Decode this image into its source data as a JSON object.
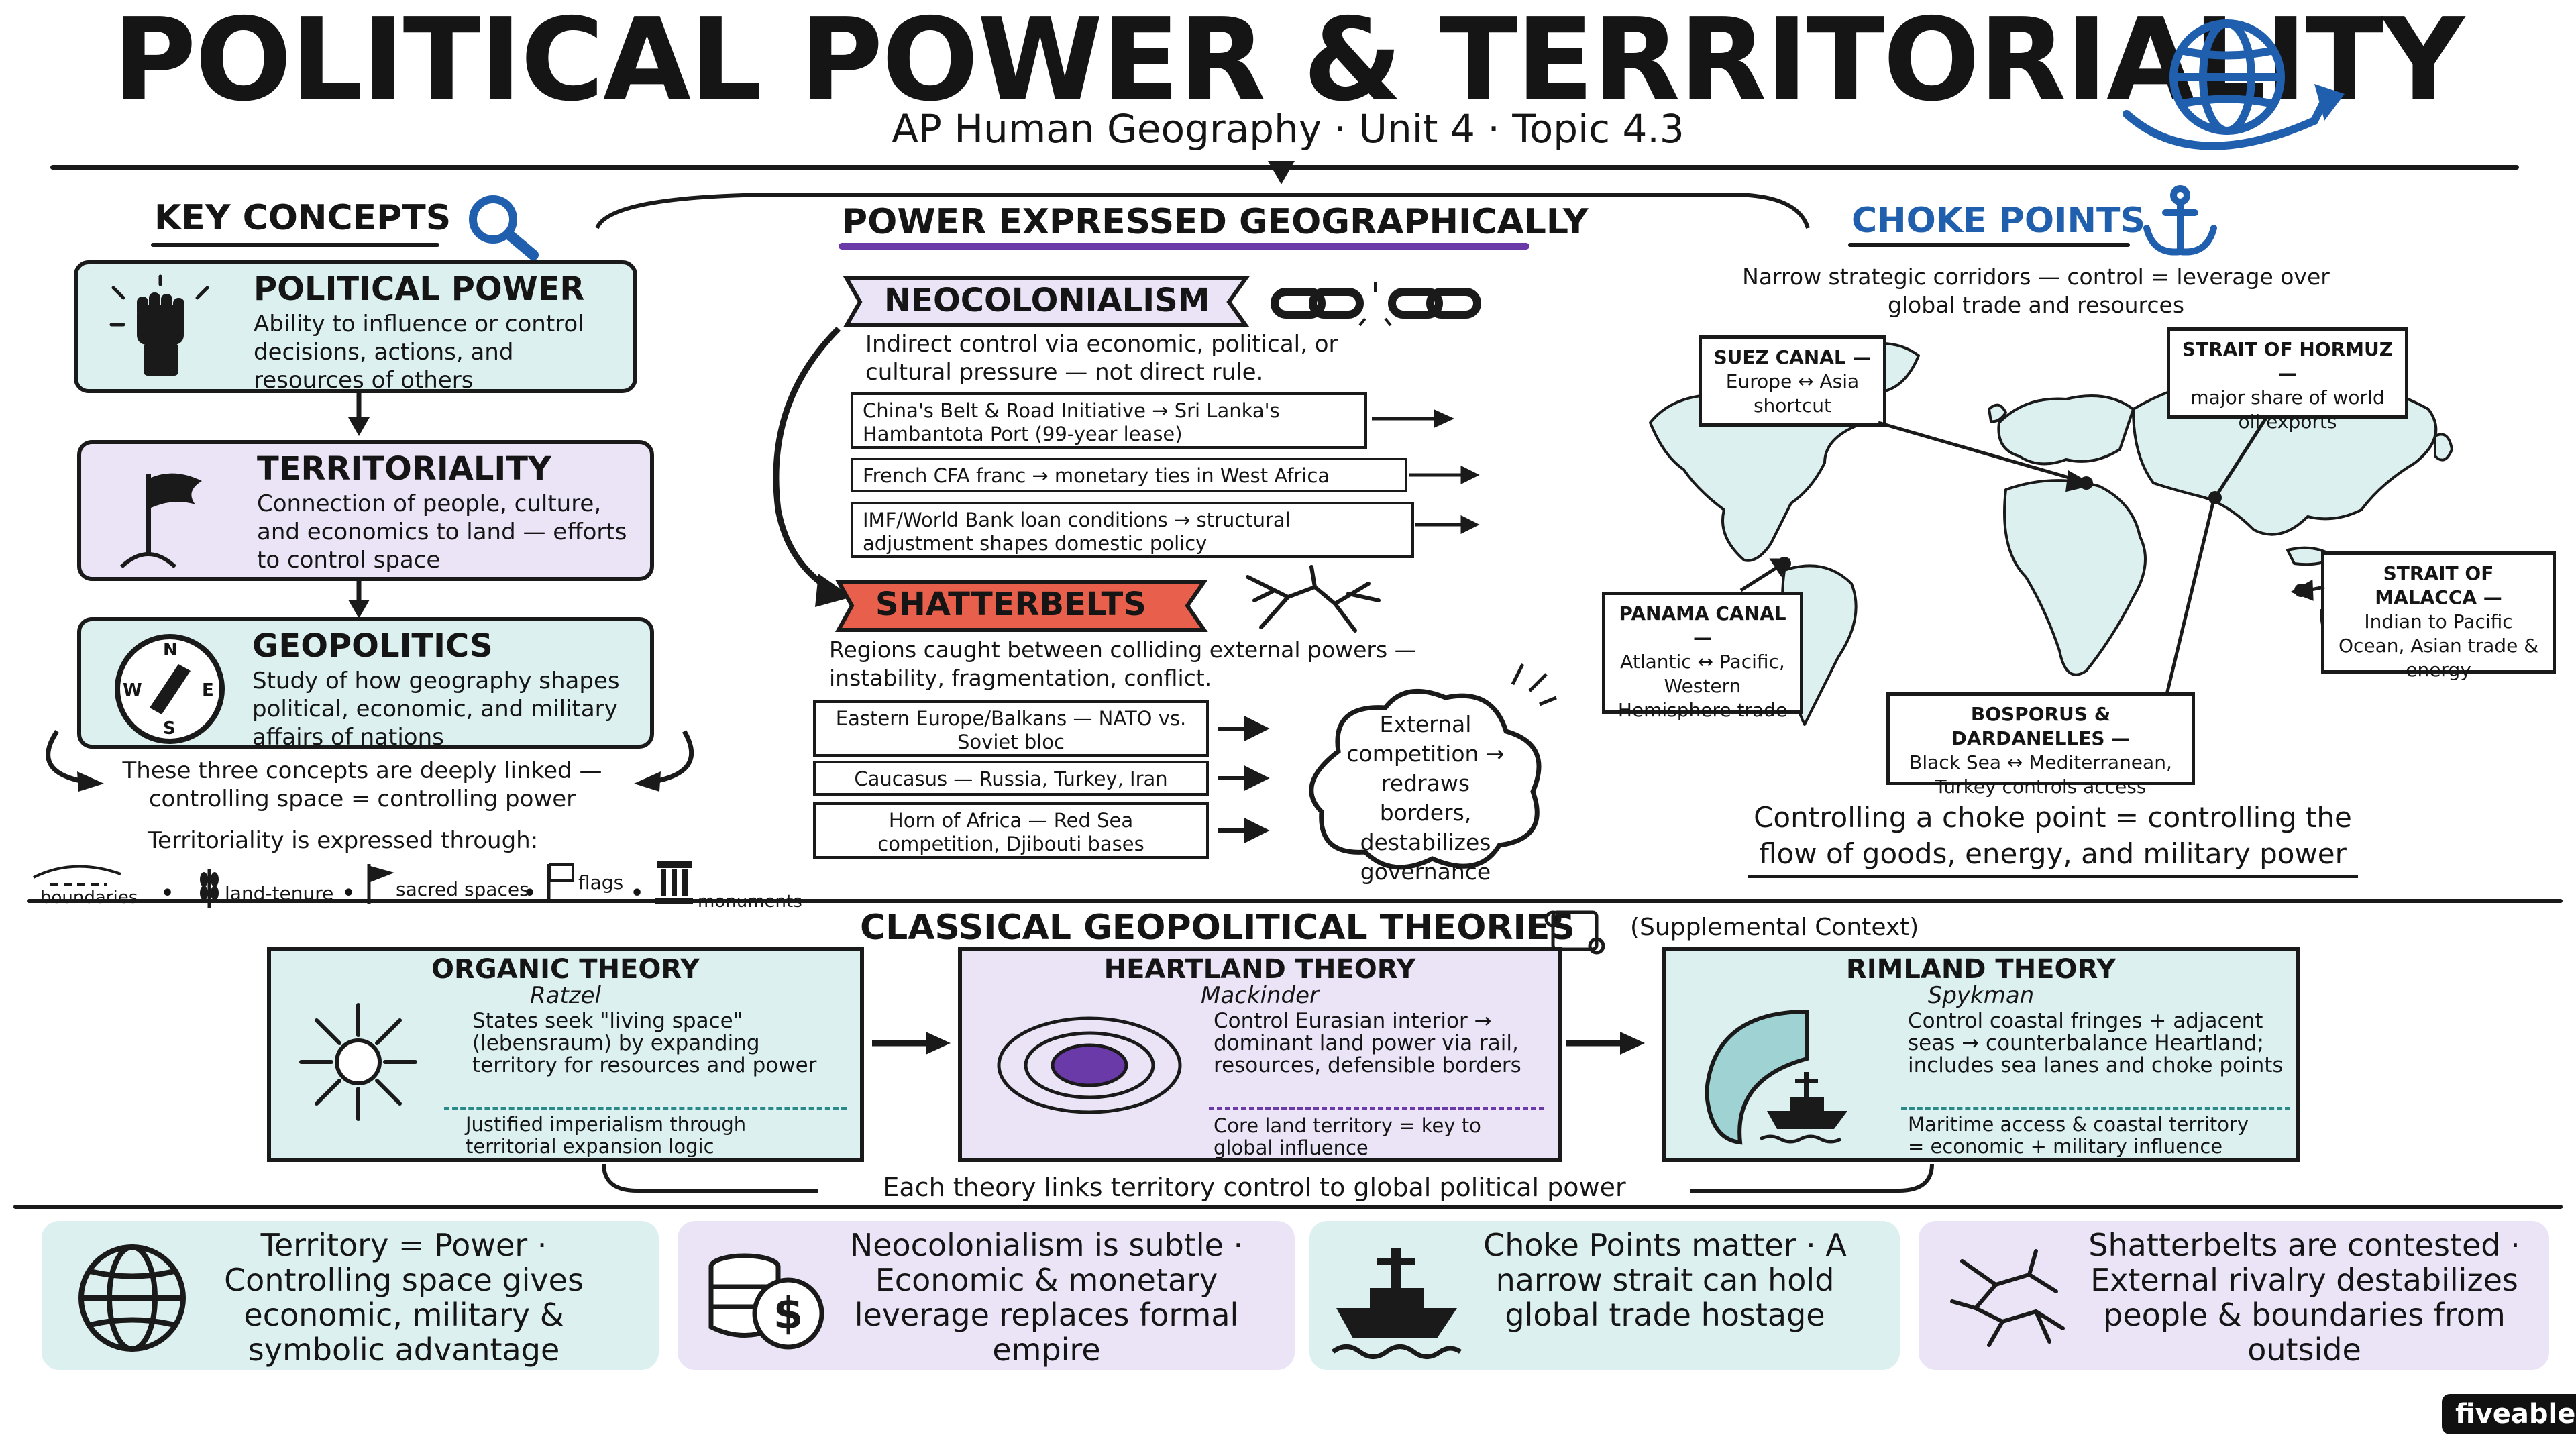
{
  "header": {
    "title": "POLITICAL POWER & TERRITORIALITY",
    "subtitle": "AP Human Geography · Unit 4 · Topic 4.3"
  },
  "key_concepts": {
    "heading": "KEY CONCEPTS",
    "cards": [
      {
        "title": "POLITICAL POWER",
        "text": "Ability to influence or control decisions, actions, and resources of others",
        "icon": "raised-fist-icon"
      },
      {
        "title": "TERRITORIALITY",
        "text": "Connection of people, culture, and economics to land — efforts to control space",
        "icon": "flag-on-hill-icon"
      },
      {
        "title": "GEOPOLITICS",
        "text": "Study of how geography shapes political, economic, and military affairs of nations",
        "icon": "compass-icon"
      }
    ],
    "compass_letters": {
      "n": "N",
      "s": "S",
      "e": "E",
      "w": "W"
    },
    "linked_note": "These three concepts are deeply linked — controlling space = controlling power",
    "expressed_intro": "Territoriality is expressed through:",
    "expressed_items": [
      "boundaries",
      "land-tenure",
      "sacred spaces",
      "flags",
      "monuments"
    ],
    "separator": "•"
  },
  "power_expressed": {
    "heading": "POWER EXPRESSED GEOGRAPHICALLY",
    "neocolonialism": {
      "label": "NEOCOLONIALISM",
      "definition": "Indirect control via economic, political, or cultural pressure — not direct rule.",
      "examples": [
        "China's Belt & Road Initiative → Sri Lanka's Hambantota Port (99-year lease)",
        "French CFA franc → monetary ties in West Africa",
        "IMF/World Bank loan conditions → structural adjustment shapes domestic policy"
      ]
    },
    "shatterbelts": {
      "label": "SHATTERBELTS",
      "definition": "Regions caught between colliding external powers — instability, fragmentation, conflict.",
      "examples": [
        "Eastern Europe/Balkans — NATO vs. Soviet bloc",
        "Caucasus — Russia, Turkey, Iran",
        "Horn of Africa — Red Sea competition, Djibouti bases"
      ],
      "cloud_text": "External competition → redraws borders, destabilizes governance"
    }
  },
  "choke_points": {
    "heading": "CHOKE POINTS",
    "intro": "Narrow strategic corridors — control = leverage over global trade and resources",
    "callouts": [
      {
        "name": "SUEZ CANAL —",
        "text": "Europe ↔ Asia shortcut"
      },
      {
        "name": "STRAIT OF HORMUZ —",
        "text": "major share of world oil exports"
      },
      {
        "name": "PANAMA CANAL —",
        "text": "Atlantic ↔ Pacific, Western Hemisphere trade"
      },
      {
        "name": "STRAIT OF MALACCA —",
        "text": "Indian to Pacific Ocean, Asian trade & energy"
      },
      {
        "name": "BOSPORUS & DARDANELLES —",
        "text": "Black Sea ↔ Mediterranean, Turkey controls access"
      }
    ],
    "summary": "Controlling a choke point = controlling the flow of goods, energy, and military power"
  },
  "theories": {
    "heading": "CLASSICAL GEOPOLITICAL THEORIES",
    "context": "(Supplemental Context)",
    "items": [
      {
        "title": "ORGANIC THEORY",
        "author": "Ratzel",
        "text": "States seek \"living space\" (lebensraum) by expanding territory for resources and power",
        "note": "Justified imperialism through territorial expansion logic"
      },
      {
        "title": "HEARTLAND THEORY",
        "author": "Mackinder",
        "text": "Control Eurasian interior → dominant land power via rail, resources, defensible borders",
        "note": "Core land territory = key to global influence"
      },
      {
        "title": "RIMLAND THEORY",
        "author": "Spykman",
        "text": "Control coastal fringes + adjacent seas → counterbalance Heartland; includes sea lanes and choke points",
        "note": "Maritime access & coastal territory = economic + military influence"
      }
    ],
    "link_note": "Each theory links territory control to global political power"
  },
  "takeaways": [
    {
      "text": "Territory = Power · Controlling space gives economic, military & symbolic advantage",
      "icon": "globe-icon"
    },
    {
      "text": "Neocolonialism is subtle · Economic & monetary leverage replaces formal empire",
      "icon": "coins-icon"
    },
    {
      "text": "Choke Points matter · A narrow strait can hold global trade hostage",
      "icon": "ship-icon"
    },
    {
      "text": "Shatterbelts are contested · External rivalry destabilizes people & boundaries from outside",
      "icon": "crack-icon"
    }
  ],
  "brand": "fiveable",
  "colors": {
    "teal": "#dcf0f0",
    "lavender": "#ebe4f7",
    "salmon": "#f8d3c6",
    "accent_blue": "#1f5fae",
    "accent_purple": "#6a3aa8",
    "neo_red": "#e8604c"
  }
}
